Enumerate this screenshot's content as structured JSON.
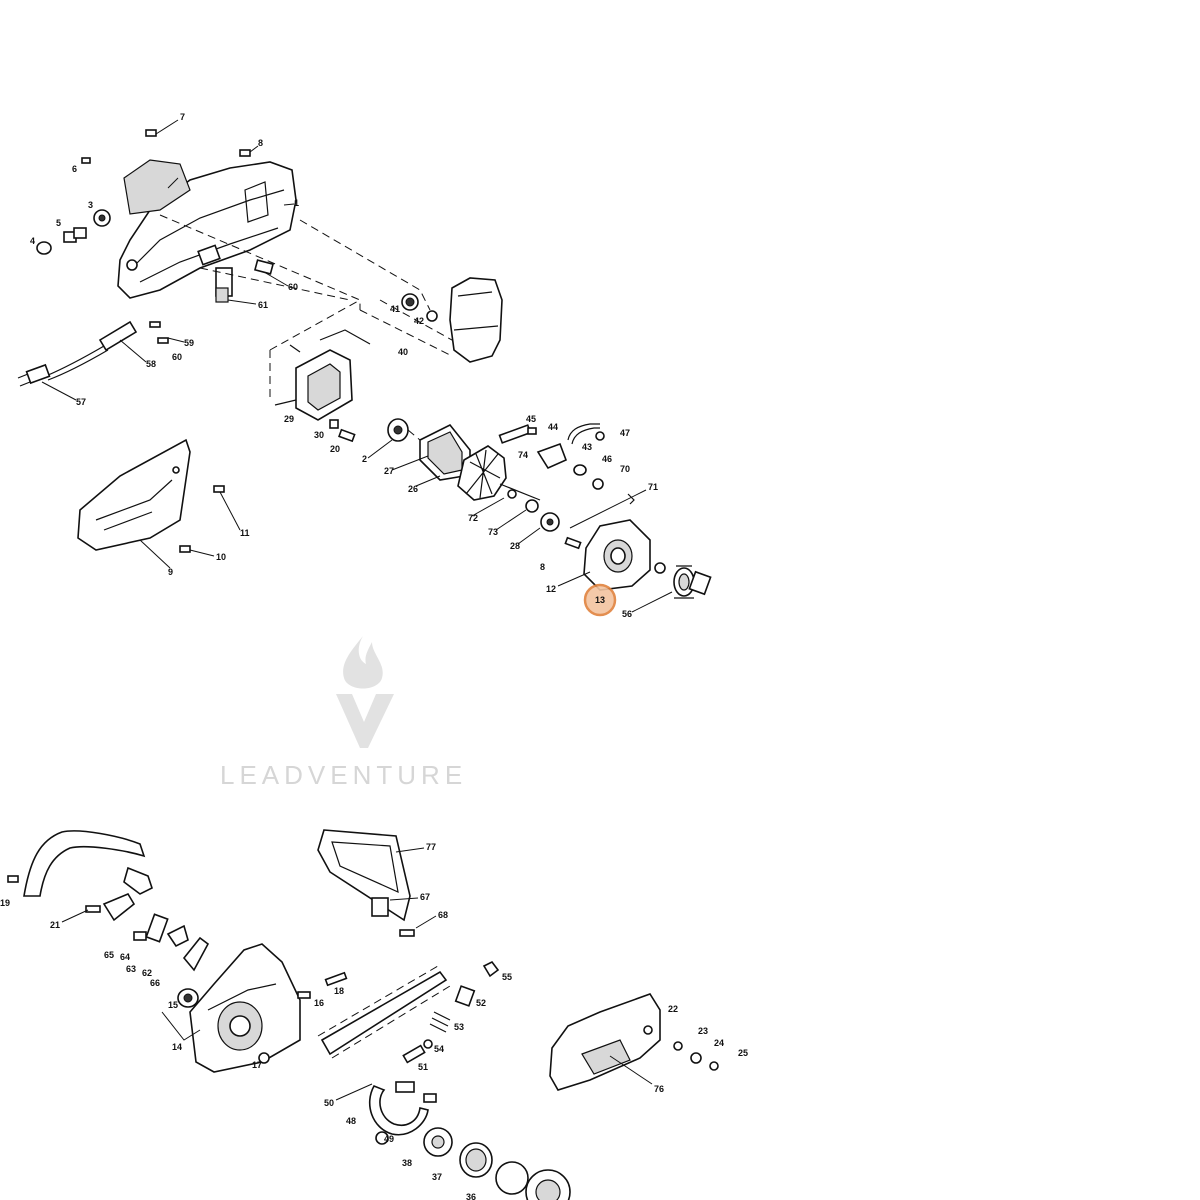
{
  "watermark": {
    "brand": "LEADVENTURE"
  },
  "highlight": {
    "part_number": "13",
    "fill_color": "#f3c4a0",
    "stroke_color": "#e0823e"
  },
  "part_labels": {
    "p1": "1",
    "p2": "2",
    "p3": "3",
    "p4": "4",
    "p5": "5",
    "p6": "6",
    "p7": "7",
    "p8a": "8",
    "p8b": "8",
    "p9": "9",
    "p10": "10",
    "p11": "11",
    "p12": "12",
    "p14": "14",
    "p15": "15",
    "p16": "16",
    "p17": "17",
    "p18": "18",
    "p19": "19",
    "p20": "20",
    "p21": "21",
    "p22": "22",
    "p23": "23",
    "p24": "24",
    "p25": "25",
    "p26": "26",
    "p27": "27",
    "p28": "28",
    "p29": "29",
    "p30": "30",
    "p36": "36",
    "p37": "37",
    "p38": "38",
    "p40": "40",
    "p41": "41",
    "p42": "42",
    "p43": "43",
    "p44": "44",
    "p45": "45",
    "p46": "46",
    "p47": "47",
    "p48": "48",
    "p49": "49",
    "p50": "50",
    "p51": "51",
    "p52": "52",
    "p53": "53",
    "p54": "54",
    "p55": "55",
    "p56": "56",
    "p57": "57",
    "p58": "58",
    "p59": "59",
    "p60": "60",
    "p60b": "60",
    "p61": "61",
    "p62": "62",
    "p63": "63",
    "p64": "64",
    "p65": "65",
    "p66": "66",
    "p67": "67",
    "p68": "68",
    "p70": "70",
    "p71": "71",
    "p72": "72",
    "p73": "73",
    "p74": "74",
    "p76": "76",
    "p77": "77"
  }
}
